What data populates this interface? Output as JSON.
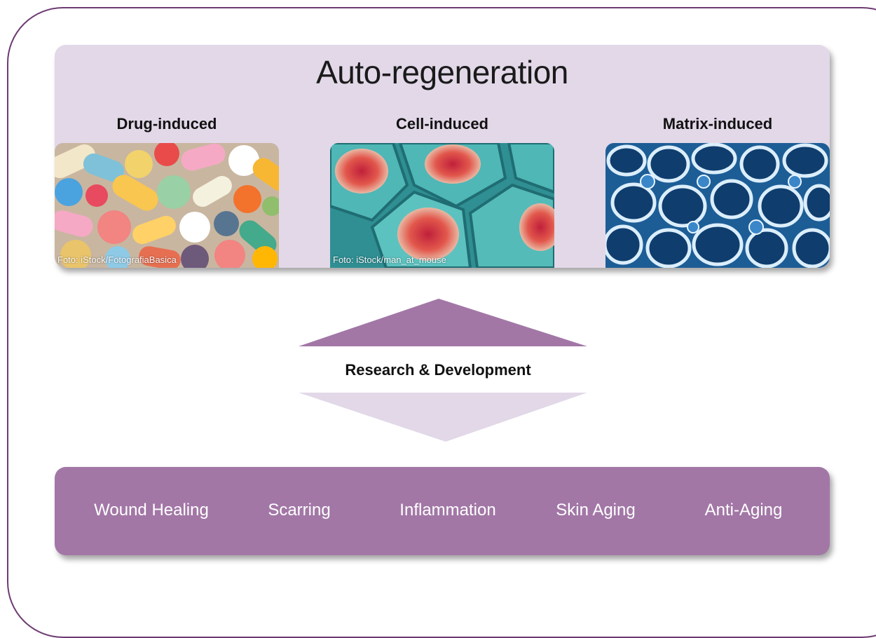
{
  "title": "Auto-regeneration",
  "columns": [
    {
      "label": "Drug-induced",
      "credit": "Foto: iStock/FotografiaBasica",
      "image": "pills-photo"
    },
    {
      "label": "Cell-induced",
      "credit": "Foto: iStock/man_at_mouse",
      "image": "cells-photo"
    },
    {
      "label": "Matrix-induced",
      "credit": "",
      "image": "matrix-photo"
    }
  ],
  "middle": {
    "label": "Research & Development"
  },
  "applications": [
    "Wound Healing",
    "Scarring",
    "Inflammation",
    "Skin Aging",
    "Anti-Aging"
  ],
  "colors": {
    "frame": "#6e3a73",
    "panel_light": "#e2d8e8",
    "panel_dark": "#a277a6",
    "arrow_up": "#a277a6",
    "arrow_down": "#e2d8e8"
  }
}
